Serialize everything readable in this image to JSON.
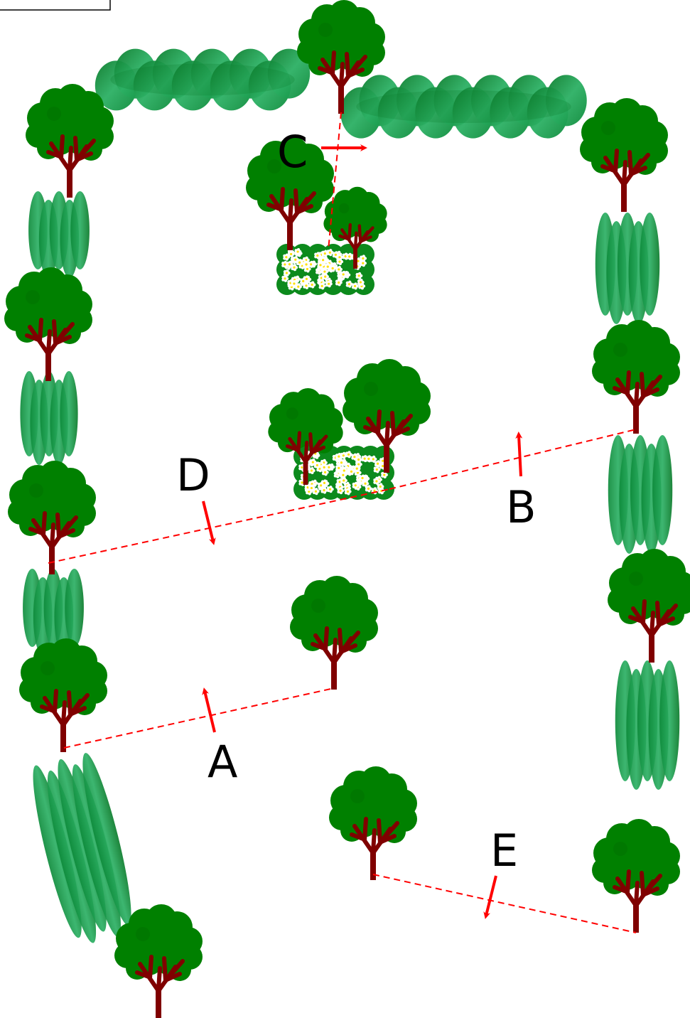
{
  "colors": {
    "tree_canopy": "#008000",
    "tree_canopy_dark": "#006a00",
    "trunk": "#800000",
    "shrub_light": "#1faa5a",
    "shrub_dark": "#0a7a2a",
    "flower_bed": "#0c8a1c",
    "flower_petal": "#ffffff",
    "flower_center": "#ffe000",
    "transect": "#ff0000",
    "arrow": "#ff0000"
  },
  "labels": {
    "A": "A",
    "B": "B",
    "C": "C",
    "D": "D",
    "E": "E"
  },
  "icons": {
    "tree": "deciduous-tree-icon",
    "shrub_row": "hedge-shrub-icon",
    "flower_bed": "flower-bed-icon",
    "arrow": "direction-arrow-icon"
  }
}
